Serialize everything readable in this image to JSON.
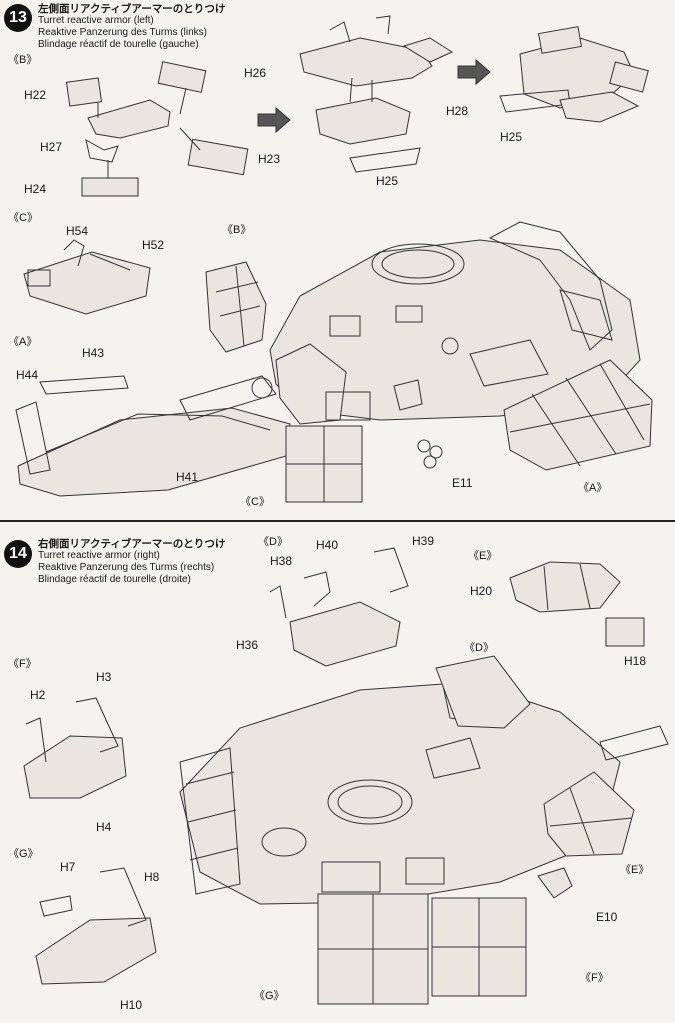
{
  "steps": [
    {
      "number": "13",
      "title_jp": "左側面リアクティブアーマーのとりつけ",
      "title_en": "Turret reactive armor (left)",
      "title_de": "Reaktive Panzerung des Turms (links)",
      "title_fr": "Blindage réactif de tourelle (gauche)",
      "subassemblies": [
        "《B》",
        "《C》",
        "《A》",
        "《B》",
        "《C》",
        "《A》"
      ],
      "parts": [
        "H22",
        "H26",
        "H27",
        "H23",
        "H24",
        "H28",
        "H25",
        "H25",
        "H54",
        "H52",
        "H43",
        "H44",
        "H41",
        "E11"
      ]
    },
    {
      "number": "14",
      "title_jp": "右側面リアクティブアーマーのとりつけ",
      "title_en": "Turret reactive armor (right)",
      "title_de": "Reaktive Panzerung des Turms (rechts)",
      "title_fr": "Blindage réactif de tourelle (droite)",
      "subassemblies": [
        "《D》",
        "《E》",
        "《F》",
        "《G》",
        "《D》",
        "《E》",
        "《F》",
        "《G》"
      ],
      "parts": [
        "H40",
        "H39",
        "H38",
        "H36",
        "H20",
        "H18",
        "H3",
        "H2",
        "H4",
        "H7",
        "H8",
        "H10",
        "E10"
      ]
    }
  ],
  "colors": {
    "ink": "#1a1a1a",
    "paper": "#f4f3ee",
    "badge": "#111111"
  }
}
